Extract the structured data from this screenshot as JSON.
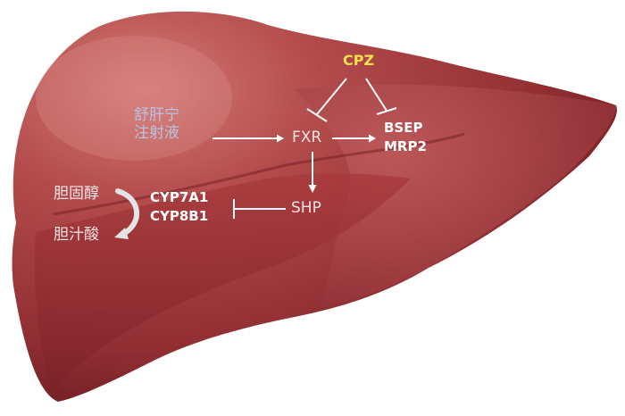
{
  "diagram": {
    "drug_name": "舒肝宁\n注射液",
    "drug_line1": "舒肝宁",
    "drug_line2": "注射液",
    "cpz": "CPZ",
    "fxr": "FXR",
    "shp": "SHP",
    "transporters": [
      "BSEP",
      "MRP2"
    ],
    "enzymes": [
      "CYP7A1",
      "CYP8B1"
    ],
    "substrate": "胆固醇",
    "product": "胆汁酸"
  },
  "colors": {
    "liver_base": "#a63a3b",
    "liver_highlight": "#c96a6a",
    "liver_shadow": "#7a2327",
    "cpz_text": "#f6e04c",
    "drug_text": "#b8c2e6",
    "line_white": "#ffffff"
  }
}
